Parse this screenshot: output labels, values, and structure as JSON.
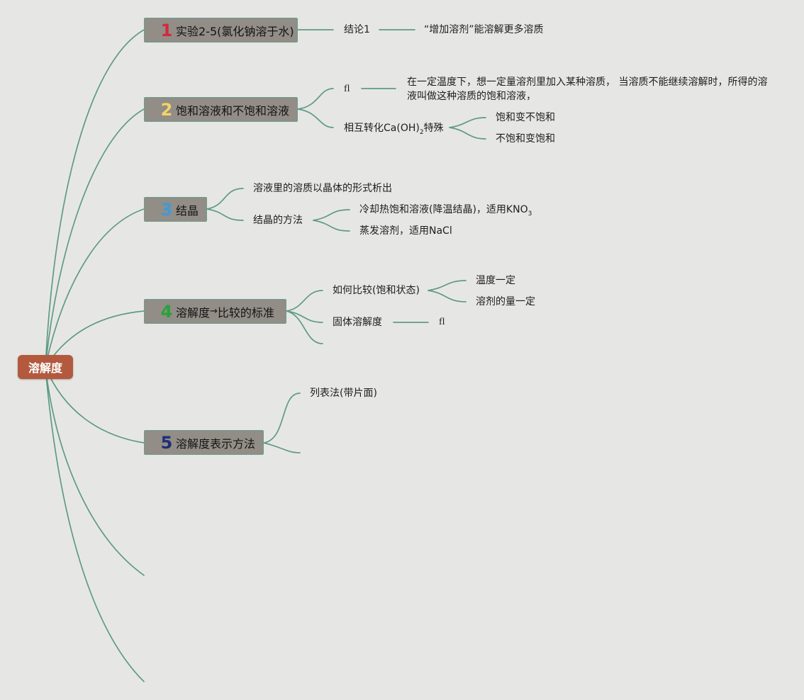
{
  "root": {
    "label": "溶解度"
  },
  "branches": [
    {
      "num": "1",
      "label": "实验2-5(氯化钠溶于水)",
      "color": "#d3293b"
    },
    {
      "num": "2",
      "label": "饱和溶液和不饱和溶液",
      "color": "#f1d46a"
    },
    {
      "num": "3",
      "label": "结晶",
      "color": "#3d9bd9"
    },
    {
      "num": "4",
      "label_a": "溶解度",
      "arrow": "→",
      "label_b": "比较的标准",
      "color": "#27a23a"
    },
    {
      "num": "5",
      "label": "溶解度表示方法",
      "color": "#1e2f7a"
    }
  ],
  "topics": {
    "b1_conclusion": "结论1",
    "b1_detail": "“增加溶剂”能溶解更多溶质",
    "b2_def": "fl",
    "b2_def_text": "在一定温度下，想一定量溶剂里加入某种溶质， 当溶质不能继续溶解时，所得的溶液叫做这种溶质的饱和溶液，",
    "b2_convert_prefix": "相互转化Ca(OH)",
    "b2_convert_sub": "2",
    "b2_convert_suffix": "特殊",
    "b2_sat_to_unsat": "饱和变不饱和",
    "b2_unsat_to_sat": "不饱和变饱和",
    "b3_intro": "溶液里的溶质以晶体的形式析出",
    "b3_methods": "结晶的方法",
    "b3_cooling_prefix": "冷却热饱和溶液(降温结晶)，适用KNO",
    "b3_cooling_sub": "3",
    "b3_evaporate": "蒸发溶剂，适用NaCl",
    "b4_compare": "如何比较(饱和状态)",
    "b4_temp": "温度一定",
    "b4_solvent": "溶剂的量一定",
    "b4_solid": "固体溶解度",
    "b4_fl": "fl",
    "b5_table": "列表法(带片面)"
  }
}
